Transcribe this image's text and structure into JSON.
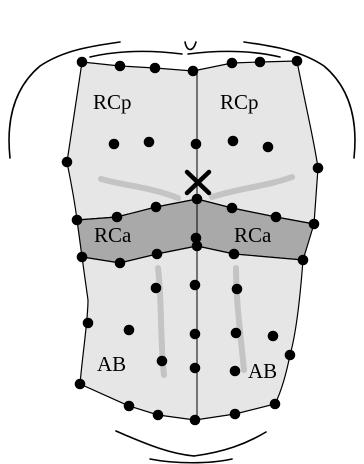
{
  "colors": {
    "background": "#ffffff",
    "body_outline": "#000000",
    "electrode_region_fill": "#e6e6e6",
    "band_fill": "#a9a9a9",
    "rib_shading": "#c4c4c4",
    "dot": "#000000"
  },
  "labels": {
    "upper_left": "RCp",
    "upper_right": "RCp",
    "band_left": "RCa",
    "band_right": "RCa",
    "lower_left": "AB",
    "lower_right": "AB"
  },
  "marker": {
    "icon": "x-cross-icon"
  }
}
